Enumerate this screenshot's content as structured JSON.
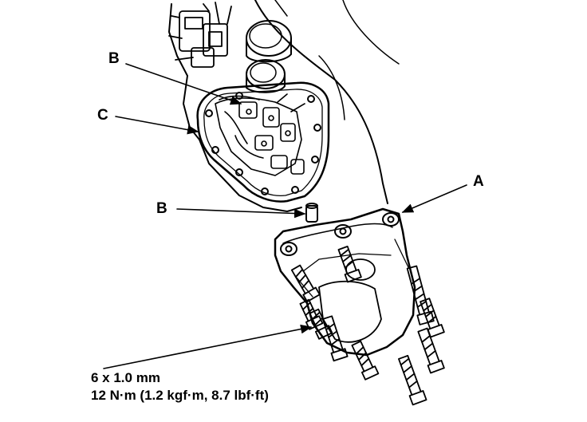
{
  "callouts": {
    "a": "A",
    "b_upper": "B",
    "b_lower": "B",
    "c": "C"
  },
  "torque_spec": {
    "bolt_size": "6 x 1.0 mm",
    "torque": "12 N·m (1.2 kgf·m, 8.7 lbf·ft)"
  }
}
